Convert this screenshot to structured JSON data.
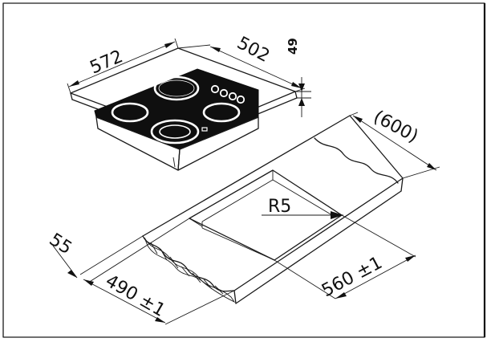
{
  "drawing": {
    "colors": {
      "line": "#1a1a1a",
      "background": "#ffffff"
    },
    "hob_dimensions": {
      "width": "572",
      "depth": "502",
      "height": "49"
    },
    "cutout_dimensions": {
      "worktop_depth": "(600)",
      "corner_radius": "R5",
      "front_margin": "55",
      "cutout_depth": "490 ±1",
      "cutout_width": "560 ±1"
    }
  }
}
